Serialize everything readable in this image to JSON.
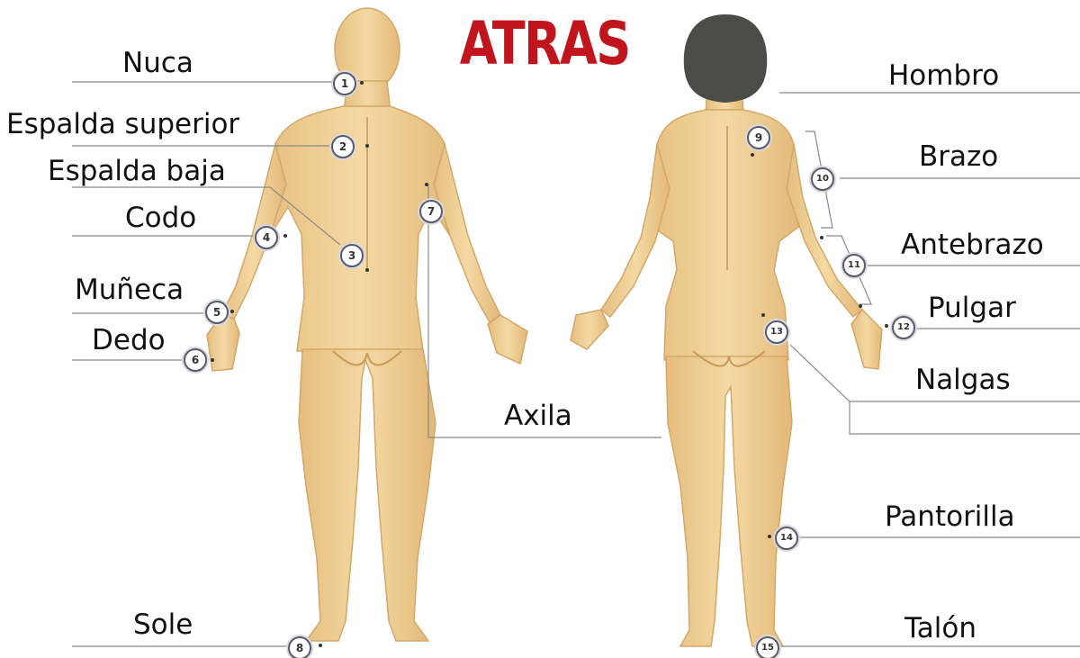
{
  "title": "ATRAS",
  "labels": [
    {
      "number": "1",
      "text": "Nuca"
    },
    {
      "number": "2",
      "text": "Espalda superior"
    },
    {
      "number": "3",
      "text": "Espalda baja"
    },
    {
      "number": "4",
      "text": "Codo"
    },
    {
      "number": "5",
      "text": "Muñeca"
    },
    {
      "number": "6",
      "text": "Dedo"
    },
    {
      "number": "7",
      "text": "Axila"
    },
    {
      "number": "8",
      "text": "Sole"
    },
    {
      "number": "9",
      "text": "Hombro"
    },
    {
      "number": "10",
      "text": "Brazo"
    },
    {
      "number": "11",
      "text": "Antebrazo"
    },
    {
      "number": "12",
      "text": "Pulgar"
    },
    {
      "number": "13",
      "text": "Nalgas"
    },
    {
      "number": "14",
      "text": "Pantorilla"
    },
    {
      "number": "15",
      "text": "Talón"
    }
  ],
  "colors": {
    "title": "#c0151c",
    "skin": "#f1d39a",
    "skin_shadow": "#ddb273",
    "hair": "#4b4b48",
    "leader_line": "#8a8a8a",
    "badge_border": "#5a5a68"
  }
}
